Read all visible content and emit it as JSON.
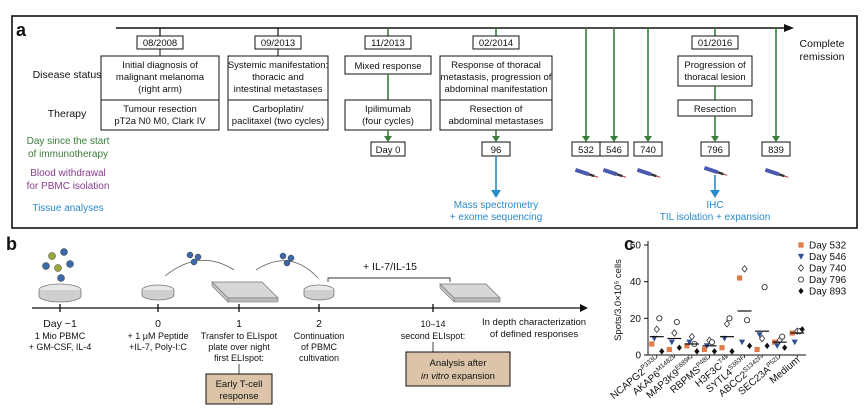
{
  "panel_a": {
    "label": "a",
    "end_label": [
      "Complete",
      "remission"
    ],
    "row_labels": {
      "disease_status": "Disease status",
      "therapy": "Therapy",
      "day_since": [
        "Day since the start",
        "of immunotherapy"
      ],
      "blood": [
        "Blood withdrawal",
        "for PBMC isolation"
      ],
      "tissue": "Tissue analyses"
    },
    "dates": [
      "08/2008",
      "09/2013",
      "11/2013",
      "02/2014",
      "01/2016"
    ],
    "disease": [
      [
        "Initial diagnosis of",
        "malignant melanoma",
        "(right arm)"
      ],
      [
        "Systemic manifestation:",
        "thoracic and",
        "intestinal metastases"
      ],
      [
        "Mixed response"
      ],
      [
        "Response of thoracal",
        "metastasis, progression of",
        "abdominal manifestation"
      ],
      [
        "Progression of",
        "thoracal lesion"
      ]
    ],
    "therapy": [
      [
        "Tumour resection",
        "pT2a N0 M0, Clark IV"
      ],
      [
        "Carboplatin/",
        "paclitaxel (two cycles)"
      ],
      [
        "Ipilimumab",
        "(four cycles)"
      ],
      [
        "Resection of",
        "abdominal metastases"
      ],
      [
        "Resection"
      ]
    ],
    "days": [
      "Day 0",
      "96",
      "532",
      "546",
      "740",
      "796",
      "839"
    ],
    "tissue_1": [
      "Mass spectrometry",
      "+ exome sequencing"
    ],
    "tissue_2": [
      "IHC",
      "TIL isolation + expansion"
    ]
  },
  "panel_b": {
    "label": "b",
    "steps": [
      "Day −1",
      "0",
      "1",
      "2",
      "10–14"
    ],
    "step_desc": [
      [
        "1 Mio PBMC",
        "+ GM-CSF, IL-4"
      ],
      [
        "+ 1 μM Peptide",
        "+IL-7, Poly-I:C"
      ],
      [
        "Transfer to ELIspot",
        "plate over night",
        "first ELIspot:"
      ],
      [
        "Continuation",
        "of PBMC",
        "cultivation"
      ],
      [
        "second ELIspot:"
      ]
    ],
    "il_label": "+ IL-7/IL-15",
    "final": [
      "In depth characterization",
      "of defined responses"
    ],
    "box1": [
      "Early T-cell",
      "response"
    ],
    "box2_a": "Analysis after",
    "box2_b1": "in vitro",
    "box2_b2": " expansion",
    "colors": {
      "box": "#dcc4a8",
      "cell": "#3a6aa8",
      "green_cell": "#9ca83a"
    }
  },
  "chart_data": {
    "type": "scatter",
    "panel_label": "c",
    "ylabel": "Spots/3.0×10⁵ cells",
    "ylim": [
      0,
      60
    ],
    "yticks": [
      "0",
      "20",
      "40",
      "60"
    ],
    "categories": [
      {
        "name": "NCAPG2",
        "sup": "P333L"
      },
      {
        "name": "AKAP6",
        "sup": "M1482I"
      },
      {
        "name": "MAP3K9",
        "sup": "E689K"
      },
      {
        "name": "RBPMS",
        "sup": "P48L"
      },
      {
        "name": "H3F3C",
        "sup": "T4I"
      },
      {
        "name": "SYTL4",
        "sup": "S363F"
      },
      {
        "name": "ABCC2",
        "sup": "S1342F"
      },
      {
        "name": "SEC23A",
        "sup": "P52L"
      },
      {
        "name": "Medium",
        "sup": ""
      }
    ],
    "series": [
      {
        "name": "Day 532",
        "marker": "square",
        "color": "#e07b4a",
        "values": [
          6,
          3,
          5,
          3,
          4,
          42,
          3,
          7,
          12
        ]
      },
      {
        "name": "Day 546",
        "marker": "triangle",
        "color": "#2f4f8f",
        "values": [
          9,
          7,
          7,
          5,
          9,
          7,
          11,
          5,
          7
        ]
      },
      {
        "name": "Day 740",
        "marker": "diamond",
        "color": "#333333",
        "values": [
          14,
          12,
          10,
          8,
          17,
          47,
          9,
          8,
          13
        ]
      },
      {
        "name": "Day 796",
        "marker": "circle-open",
        "color": "#333333",
        "values": [
          20,
          18,
          6,
          7,
          20,
          19,
          37,
          10,
          13
        ]
      },
      {
        "name": "Day 893",
        "marker": "diamond-filled",
        "color": "#111111",
        "values": [
          2,
          4,
          2,
          2,
          2,
          5,
          5,
          4,
          14
        ]
      }
    ],
    "means": [
      10,
      9,
      6,
      5,
      10,
      24,
      13,
      7,
      12
    ]
  }
}
